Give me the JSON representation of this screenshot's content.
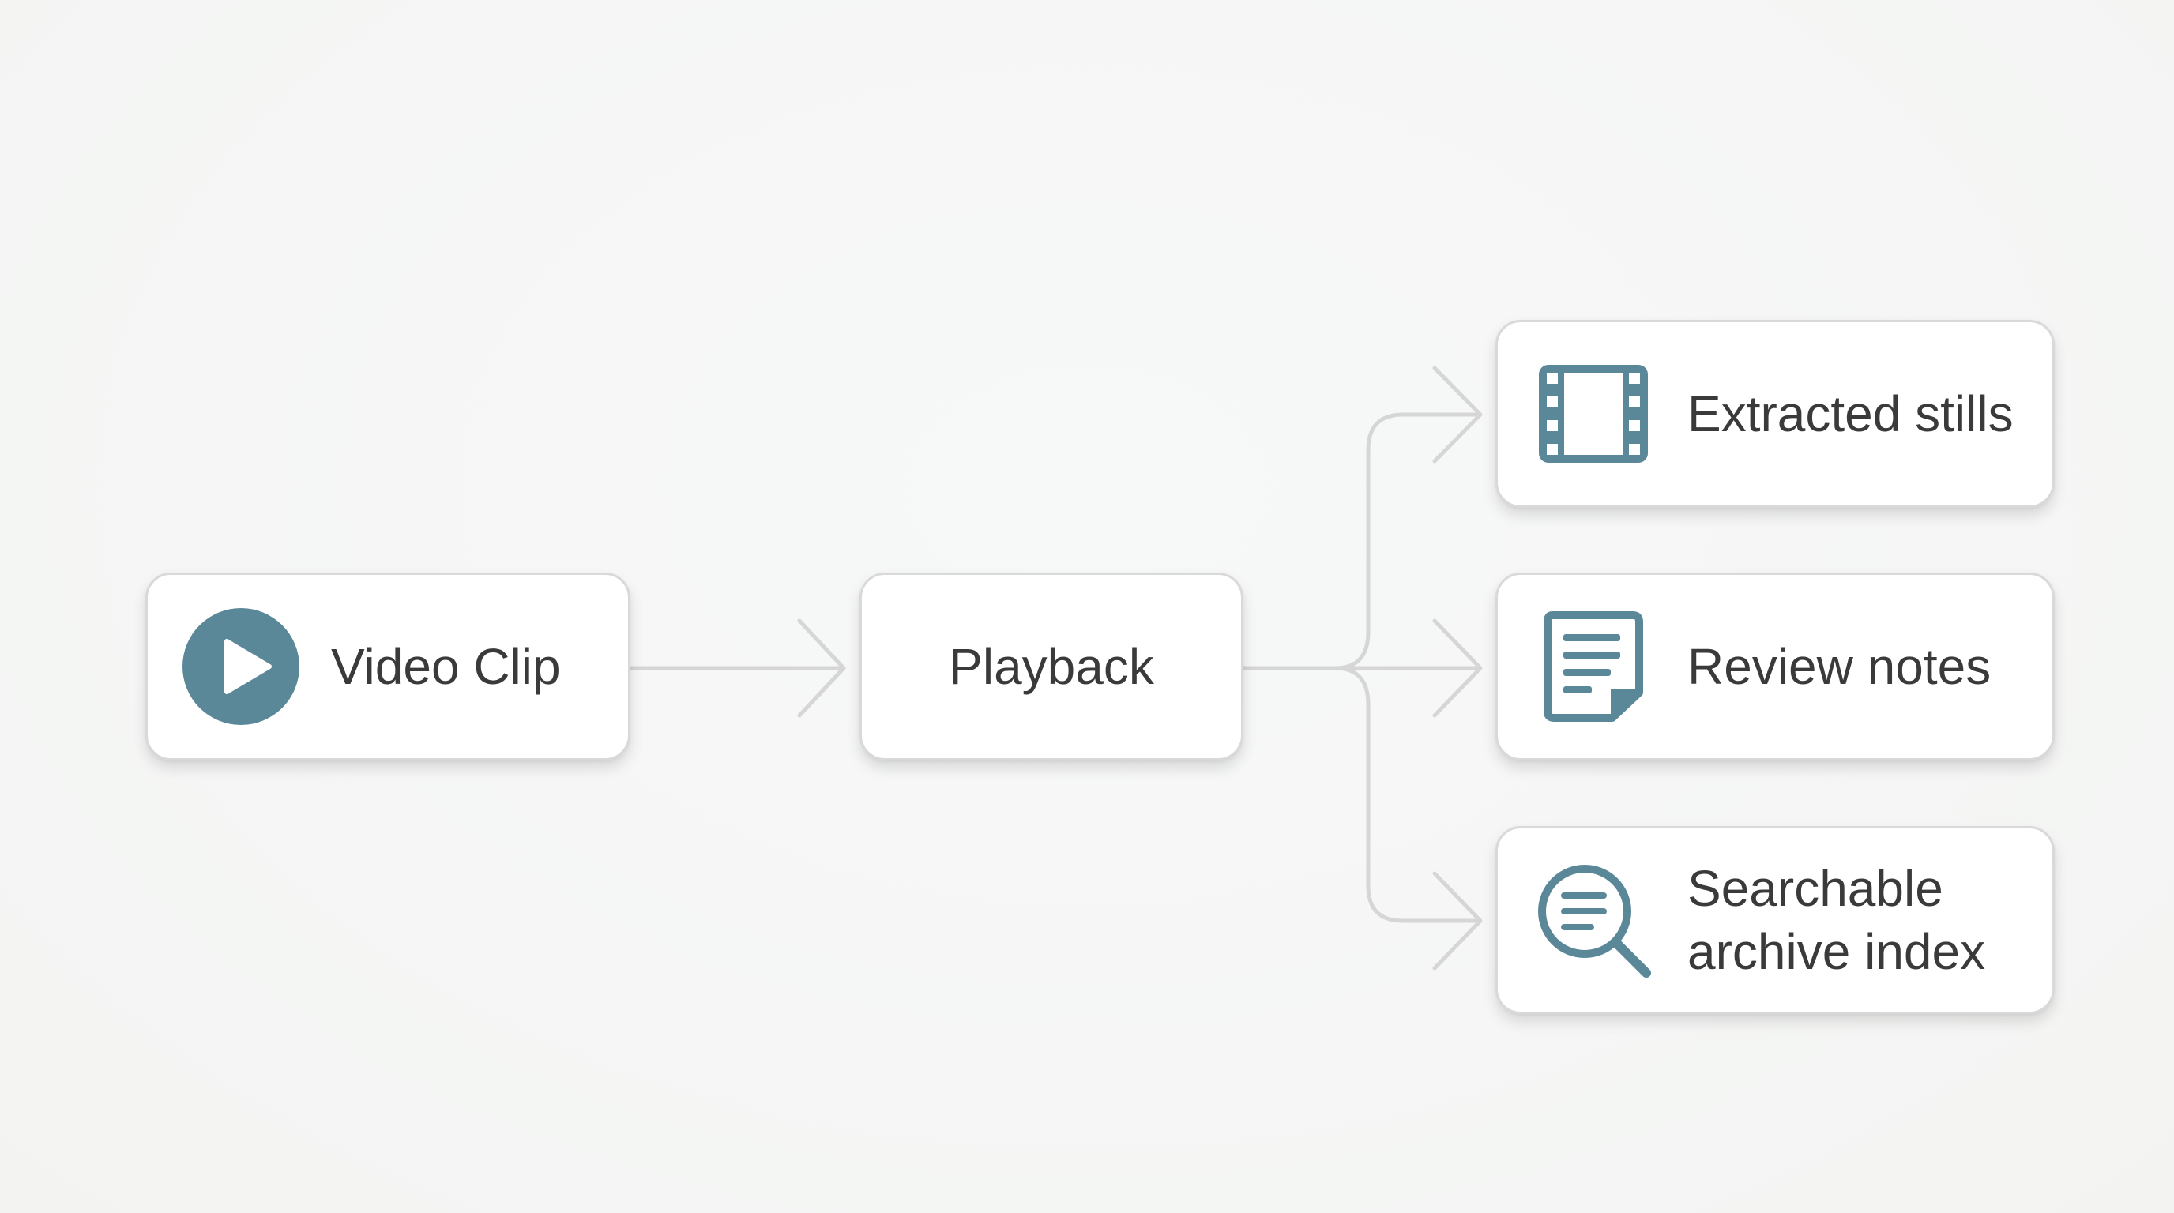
{
  "nodes": {
    "source": {
      "label": "Video Clip",
      "icon": "play-icon"
    },
    "process": {
      "label": "Playback"
    },
    "outputs": [
      {
        "label": "Extracted stills",
        "icon": "film-strip-icon"
      },
      {
        "label": "Review notes",
        "icon": "document-icon"
      },
      {
        "label": "Searchable\narchive index",
        "icon": "search-document-icon"
      }
    ]
  },
  "colors": {
    "accent": "#5b8899",
    "connector": "#d6d6d6",
    "text": "#3a3a3a",
    "border": "#d9d9d9"
  }
}
